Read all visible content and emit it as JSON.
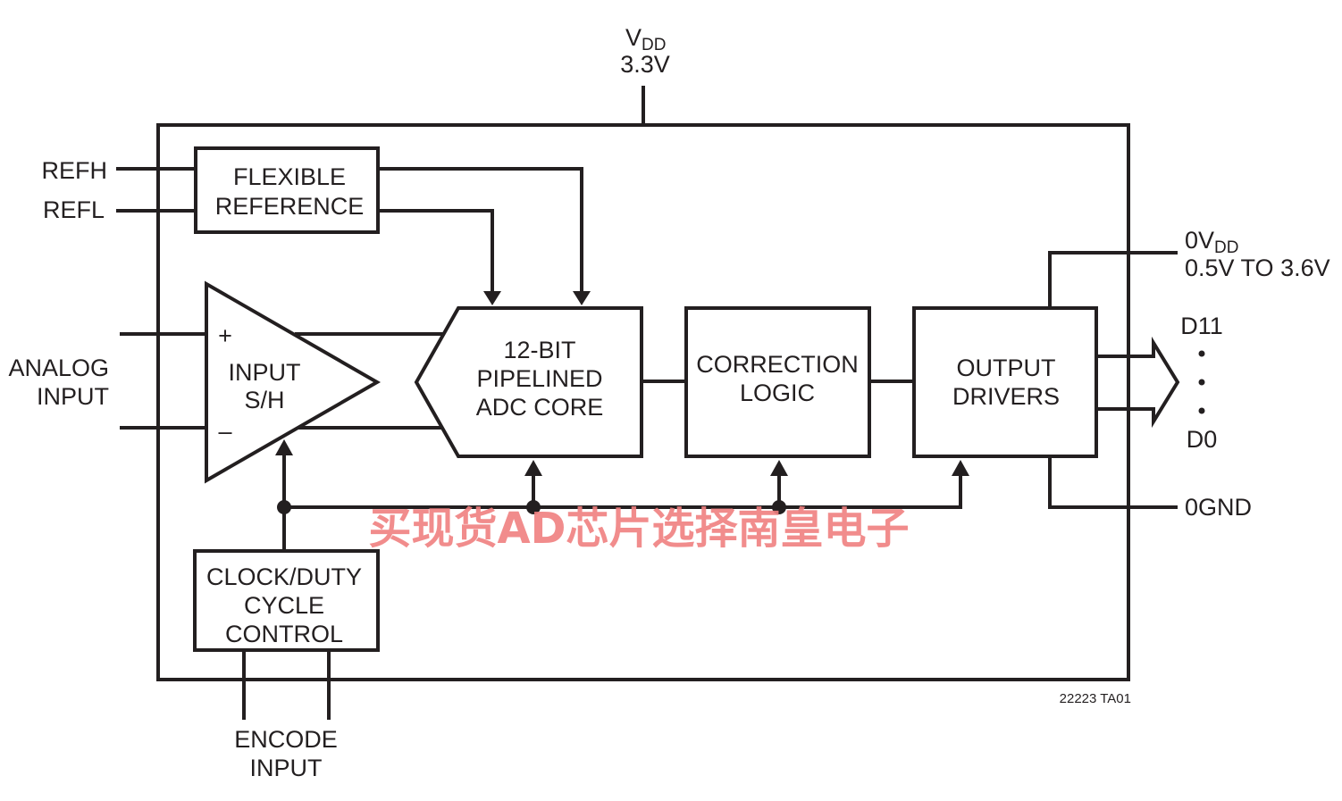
{
  "vdd": {
    "name": "V",
    "sub": "DD",
    "value": "3.3V"
  },
  "ovdd": {
    "name": "0V",
    "sub": "DD",
    "range": "0.5V TO 3.6V"
  },
  "ognd": "0GND",
  "pins": {
    "refh": "REFH",
    "refl": "REFL",
    "d11": "D11",
    "d0": "D0"
  },
  "analog_input": [
    "ANALOG",
    "INPUT"
  ],
  "encode_input": [
    "ENCODE",
    "INPUT"
  ],
  "blocks": {
    "flexible_reference": [
      "FLEXIBLE",
      "REFERENCE"
    ],
    "input_sh": [
      "INPUT",
      "S/H"
    ],
    "adc_core": [
      "12-BIT",
      "PIPELINED",
      "ADC CORE"
    ],
    "correction_logic": [
      "CORRECTION",
      "LOGIC"
    ],
    "output_drivers": [
      "OUTPUT",
      "DRIVERS"
    ],
    "clock_duty": [
      "CLOCK/DUTY",
      "CYCLE",
      "CONTROL"
    ]
  },
  "amp_signs": {
    "plus": "+",
    "minus": "–"
  },
  "figure_id": "22223 TA01",
  "watermark": "买现货AD芯片选择南皇电子"
}
